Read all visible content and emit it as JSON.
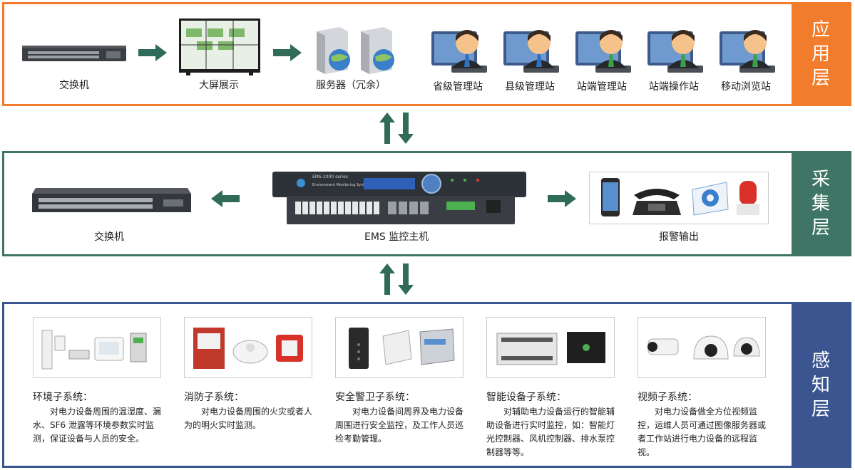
{
  "application_layer": {
    "title": "应用层",
    "switch_label": "交换机",
    "screen_label": "大屏展示",
    "server_label": "服务器（冗余）",
    "stations": [
      "省级管理站",
      "县级管理站",
      "站端管理站",
      "站端操作站",
      "移动浏览站"
    ]
  },
  "collection_layer": {
    "title": "采集层",
    "switch_label": "交换机",
    "host_label": "EMS 监控主机",
    "host_model": "EMS-2000 series",
    "host_subtitle": "Environment Monitoring System",
    "alarm_label": "报警输出"
  },
  "perception_layer": {
    "title": "感知层",
    "subsystems": [
      {
        "title": "环境子系统：",
        "desc": "对电力设备周围的温湿度、漏水、SF6 泄露等环境参数实时监测，保证设备与人员的安全。"
      },
      {
        "title": "消防子系统：",
        "desc": "对电力设备周围的火灾或者人为的明火实时监测。"
      },
      {
        "title": "安全警卫子系统：",
        "desc": "对电力设备间周界及电力设备周围进行安全监控，及工作人员巡检考勤管理。"
      },
      {
        "title": "智能设备子系统：",
        "desc": "对辅助电力设备运行的智能辅助设备进行实时监控，如：智能灯光控制器、风机控制器、排水泵控制器等等。"
      },
      {
        "title": "视频子系统：",
        "desc": "对电力设备做全方位视频监控，运维人员可通过图像服务器或者工作站进行电力设备的远程监视。"
      }
    ]
  },
  "colors": {
    "orange": "#f07c2c",
    "green": "#3f7565",
    "blue": "#3a5590",
    "arrow": "#2f6b58"
  }
}
